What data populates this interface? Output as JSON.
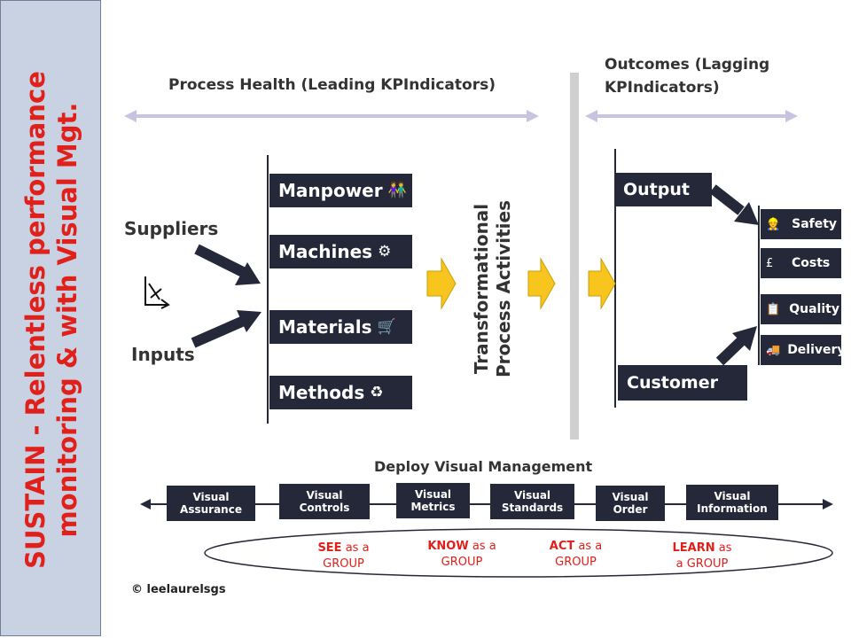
{
  "sidebar": {
    "line1": "SUSTAIN - Relentless performance",
    "line2": "monitoring & with Visual Mgt."
  },
  "headings": {
    "process_health": "Process Health (Leading KPIndicators)",
    "outcomes": "Outcomes (Lagging KPIndicators)",
    "transformational_line1": "Transformational",
    "transformational_line2": "Process Activities",
    "deploy": "Deploy Visual Management"
  },
  "inputs": {
    "suppliers": "Suppliers",
    "inputs": "Inputs"
  },
  "process_boxes": [
    {
      "label": "Manpower",
      "icon": "people-icon",
      "glyph": "👫"
    },
    {
      "label": "Machines",
      "icon": "robot-arm-icon",
      "glyph": "⚙"
    },
    {
      "label": "Materials",
      "icon": "cart-icon",
      "glyph": "🛒"
    },
    {
      "label": "Methods",
      "icon": "cycle-icon",
      "glyph": "♻"
    }
  ],
  "outputs": {
    "output": "Output",
    "customer": "Customer"
  },
  "outcome_boxes": [
    {
      "label": "Safety",
      "icon": "worker-icon",
      "glyph": "👷"
    },
    {
      "label": "Costs",
      "icon": "pound-icon",
      "glyph": "£"
    },
    {
      "label": "Quality",
      "icon": "clipboard-icon",
      "glyph": "📋"
    },
    {
      "label": "Delivery",
      "icon": "truck-icon",
      "glyph": "🚚"
    }
  ],
  "visual_management": [
    {
      "line1": "Visual",
      "line2": "Assurance"
    },
    {
      "line1": "Visual",
      "line2": "Controls"
    },
    {
      "line1": "Visual",
      "line2": "Metrics"
    },
    {
      "line1": "Visual",
      "line2": "Standards"
    },
    {
      "line1": "Visual",
      "line2": "Order"
    },
    {
      "line1": "Visual",
      "line2": "Information"
    }
  ],
  "groups": [
    {
      "verb": "SEE",
      "rest1": " as a",
      "rest2": "GROUP"
    },
    {
      "verb": "KNOW",
      "rest1": " as a",
      "rest2": "GROUP"
    },
    {
      "verb": "ACT",
      "rest1": " as a",
      "rest2": "GROUP"
    },
    {
      "verb": "LEARN",
      "rest1": " as",
      "rest2": "a GROUP"
    }
  ],
  "copyright": "© leelaurelsgs",
  "colors": {
    "dark_box": "#252838",
    "accent_red": "#e0201a",
    "arrow_yellow": "#f7c51e",
    "double_arrow": "#c9c3e0",
    "sidebar_bg": "#c9d2e3"
  }
}
